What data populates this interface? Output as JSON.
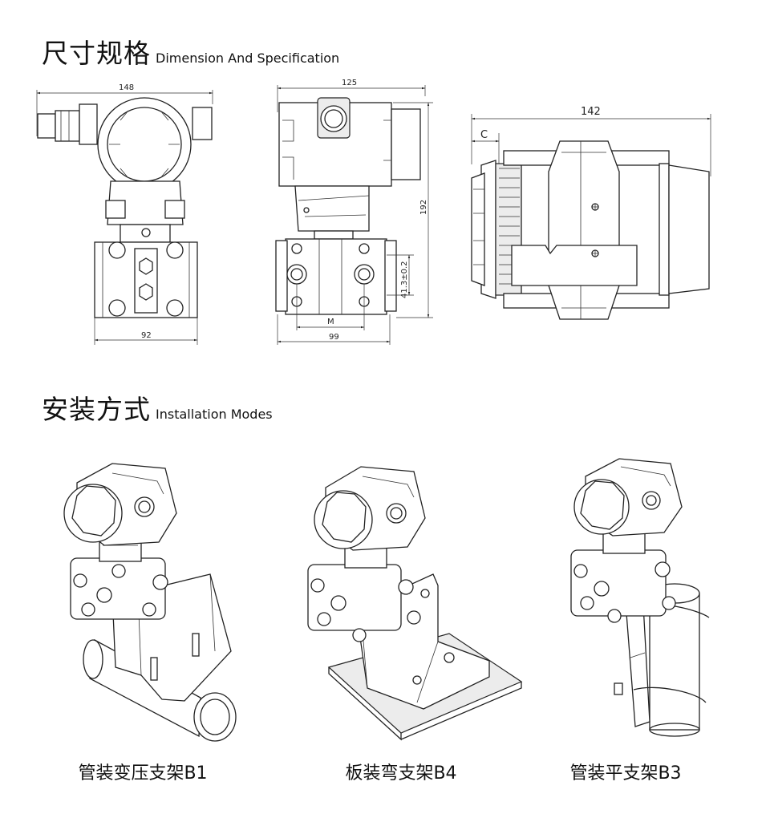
{
  "section_dimension": {
    "title_zh": "尺寸规格",
    "title_en": "Dimension And Specification"
  },
  "section_installation": {
    "title_zh": "安装方式",
    "title_en": "Installation Modes"
  },
  "front_view": {
    "width_top": "148",
    "width_bottom": "92"
  },
  "side_view": {
    "width_top": "125",
    "height": "192",
    "offset": "41.3±0.2",
    "m_label": "M",
    "width_bottom": "99"
  },
  "top_view": {
    "width": "142",
    "c_label": "C"
  },
  "modes": [
    {
      "caption": "管装变压支架B1"
    },
    {
      "caption": "板装弯支架B4"
    },
    {
      "caption": "管装平支架B3"
    }
  ]
}
